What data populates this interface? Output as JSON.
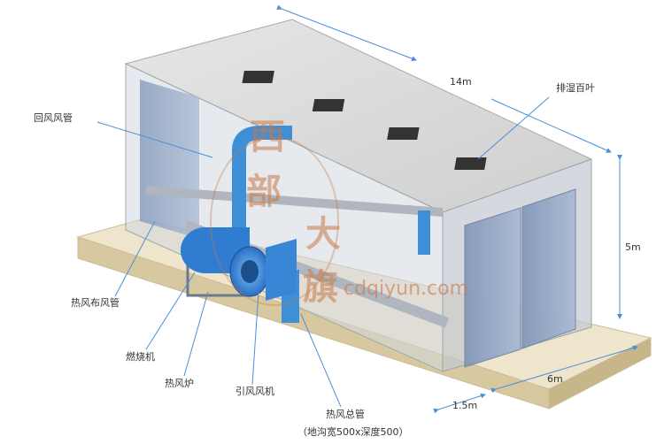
{
  "labels": {
    "return_duct": "回风风管",
    "exhaust_louver": "排湿百叶",
    "hot_air_distribution_duct": "热风布风管",
    "burner": "燃烧机",
    "hot_air_furnace": "热风炉",
    "induced_fan": "引风风机",
    "hot_air_main_duct": "热风总管",
    "trench_note": "（地沟宽500x深度500）"
  },
  "dimensions": {
    "length": "14m",
    "height": "5m",
    "width": "6m",
    "trench": "1.5m"
  },
  "watermark": {
    "chars": [
      "西",
      "部",
      "大",
      "旗"
    ],
    "url": "cdqiyun.com"
  },
  "colors": {
    "duct_blue": "#3f8fd6",
    "room_gray": "#d9d9d9",
    "floor_tan": "#e8dcc0",
    "dim_line": "#4a90d9"
  }
}
